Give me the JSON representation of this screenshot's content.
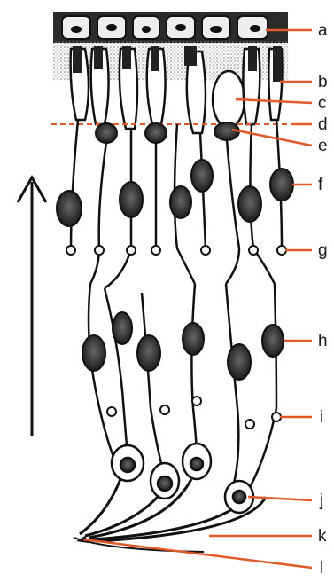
{
  "figure": {
    "labels": [
      "a",
      "b",
      "c",
      "d",
      "e",
      "f",
      "g",
      "h",
      "i",
      "j",
      "k",
      "l"
    ],
    "colors": {
      "ink": "#111111",
      "pointer": "#e05a2b",
      "stipple": "#8a8a8a",
      "paper": "#ffffff"
    }
  }
}
